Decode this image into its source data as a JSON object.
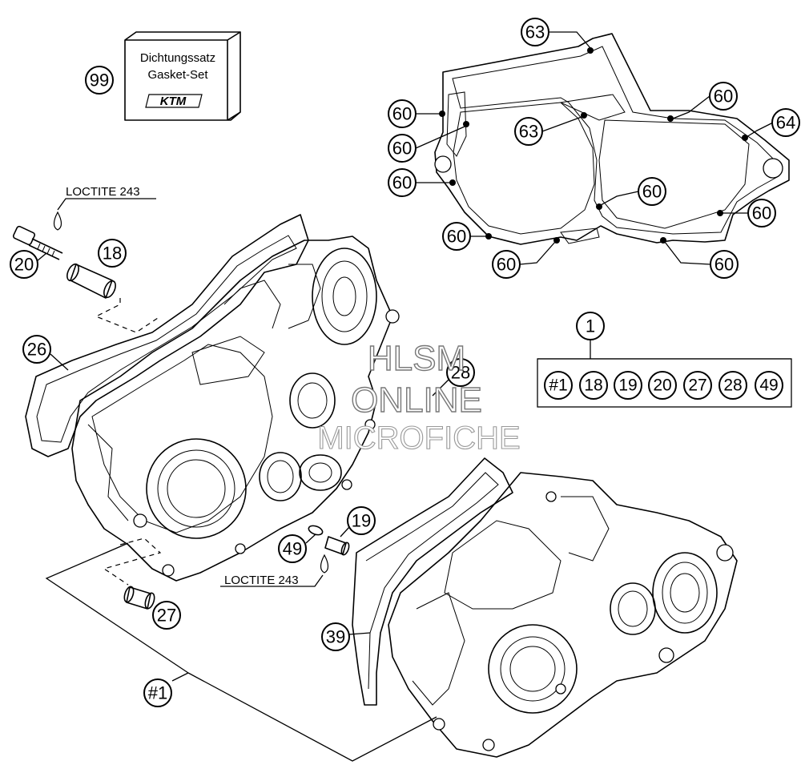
{
  "gasket_set_box": {
    "line1": "Dichtungssatz",
    "line2": "Gasket-Set",
    "brand": "KTM",
    "item": "99"
  },
  "loctite_labels": {
    "upper": "LOCTITE 243",
    "lower": "LOCTITE 243"
  },
  "callouts": {
    "c99": "99",
    "c20": "20",
    "c18": "18",
    "c26": "26",
    "c28": "28",
    "c49": "49",
    "c19": "19",
    "c27": "27",
    "c39": "39",
    "c1a": "#1",
    "c1": "1",
    "g63a": "63",
    "g63b": "63",
    "g60a": "60",
    "g60b": "60",
    "g60c": "60",
    "g60d": "60",
    "g60e": "60",
    "g60f": "60",
    "g60g": "60",
    "g60h": "60",
    "g64": "64"
  },
  "kit_box": {
    "items": [
      "#1",
      "18",
      "19",
      "20",
      "27",
      "28",
      "49"
    ]
  },
  "watermark": {
    "line1": "HLSM",
    "line2": "ONLINE",
    "line3": "MICROFICHE"
  }
}
